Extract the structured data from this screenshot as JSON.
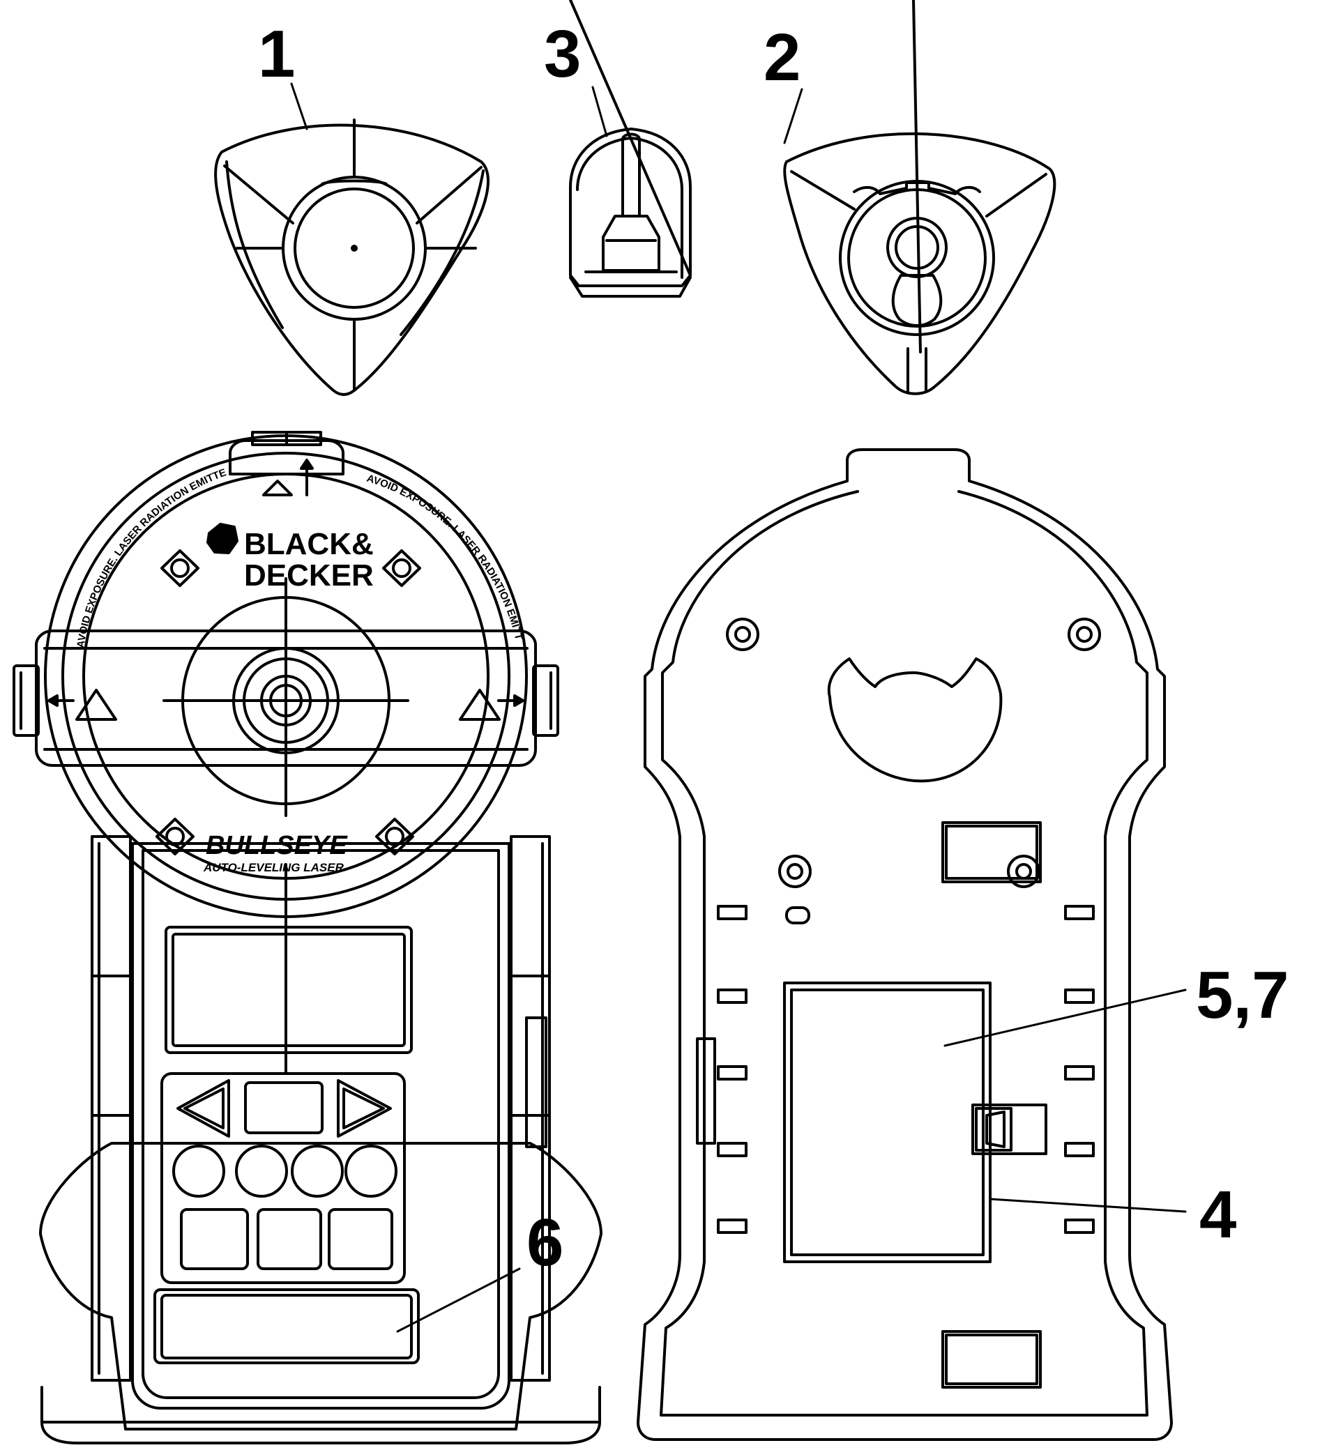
{
  "callouts": {
    "c1": "1",
    "c2": "2",
    "c3": "3",
    "c4": "4",
    "c57": "5,7",
    "c6": "6"
  },
  "front_unit": {
    "brand_line1": "BLACK&",
    "brand_line2": "DECKER",
    "product_name": "BULLSEYE",
    "product_sub": "AUTO-LEVELING LASER",
    "warning_left": "AVOID EXPOSURE. LASER RADIATION EMITTED FROM THESE APERTURES.",
    "warning_right": "AVOID EXPOSURE. LASER RADIATION EMITTED FROM THESE APERTURES."
  },
  "colors": {
    "line": "#000000",
    "background": "#ffffff"
  }
}
